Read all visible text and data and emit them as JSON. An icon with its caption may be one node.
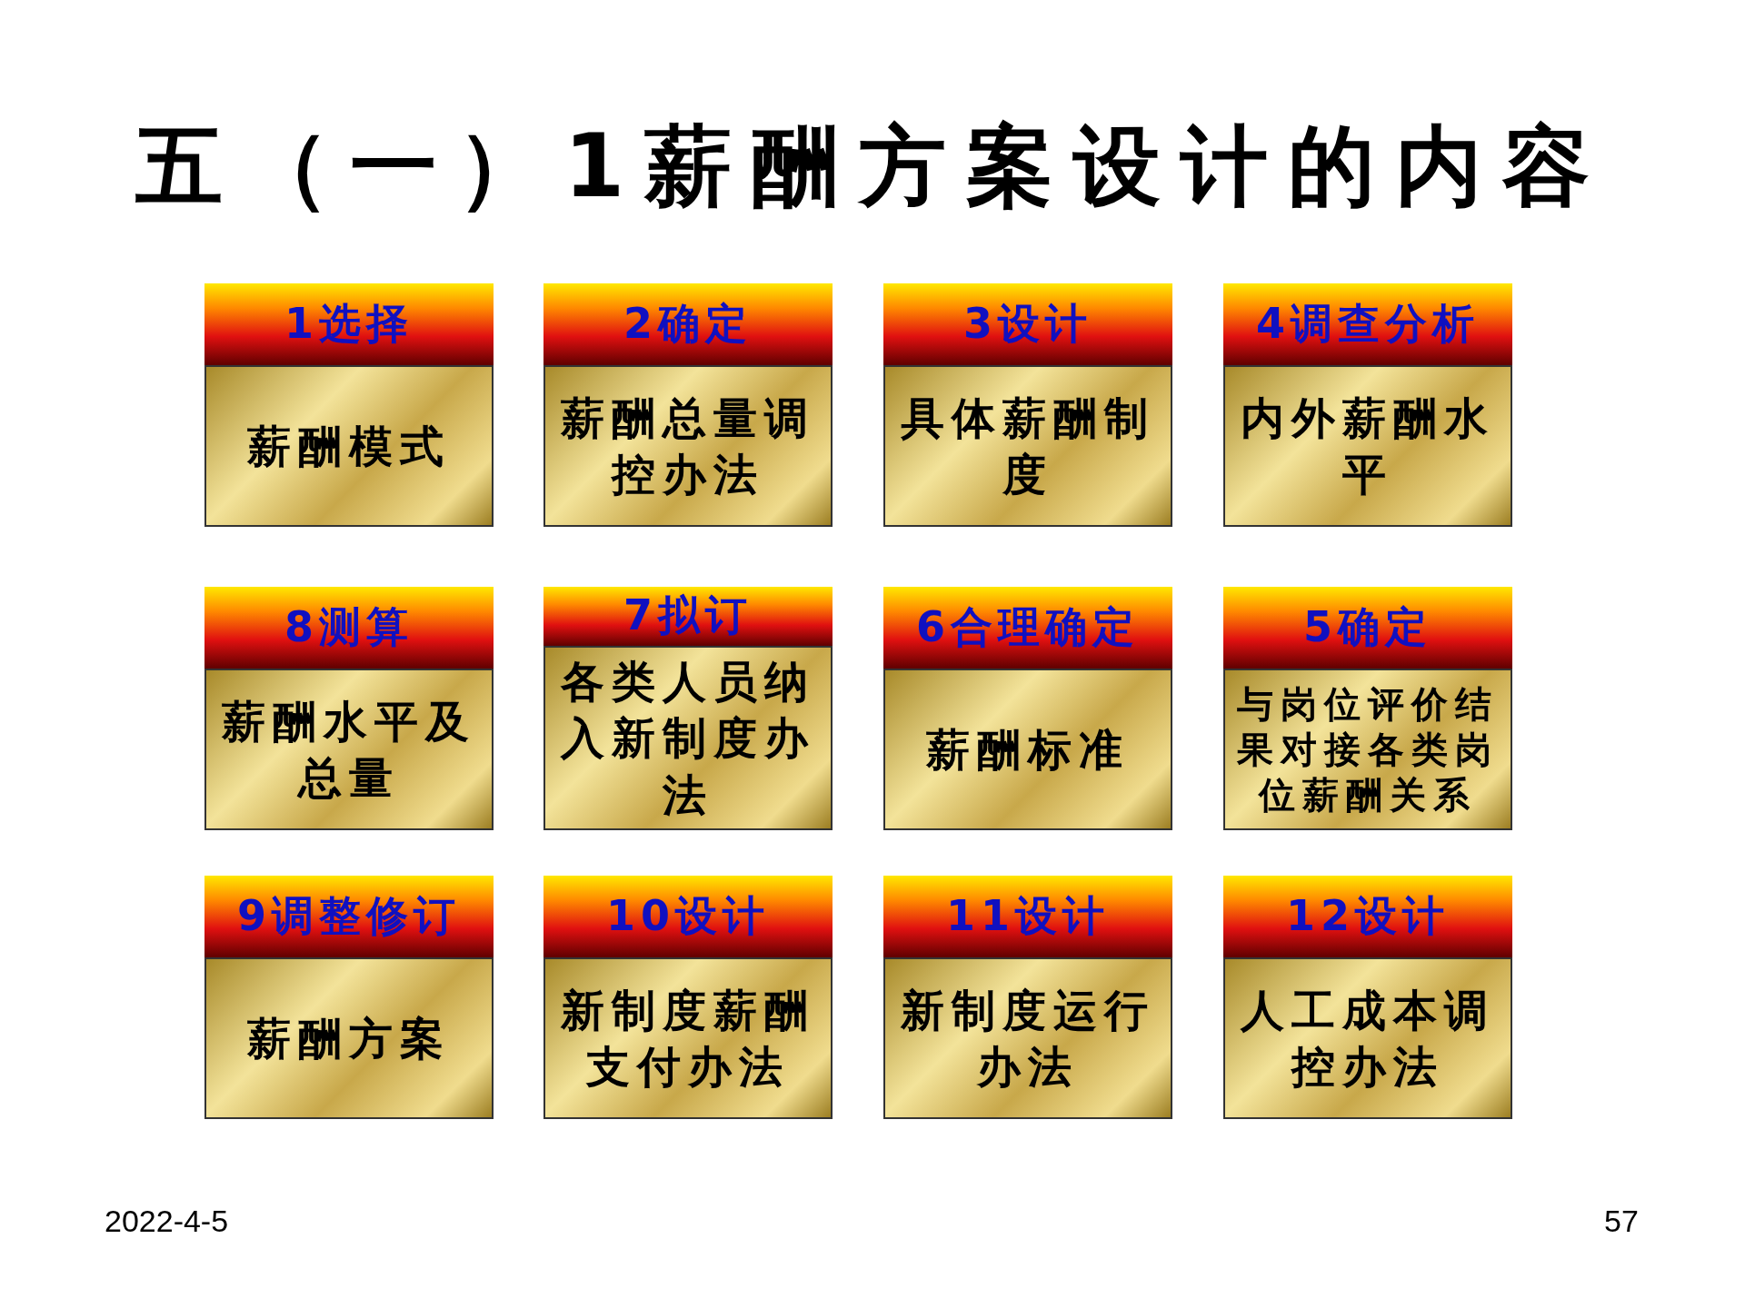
{
  "diagram": {
    "title": "五（一）1薪酬方案设计的内容",
    "nodes": [
      {
        "text": [
          "1选择",
          "薪酬模式"
        ]
      },
      {
        "text": [
          "2确定",
          "薪酬总量调控办法"
        ]
      },
      {
        "text": [
          "3设计",
          "具体薪酬制度"
        ]
      },
      {
        "text": [
          "4调查分析",
          "内外薪酬水平"
        ]
      },
      {
        "text": [
          "5确定",
          "与岗位评价结果对接各类岗位薪酬关系"
        ]
      },
      {
        "text": [
          "6合理确定",
          "薪酬标准"
        ]
      },
      {
        "text": [
          "7拟订",
          "各类人员纳入新制度办法"
        ]
      },
      {
        "text": [
          "8测算",
          "薪酬水平及总量"
        ]
      },
      {
        "text": [
          "9调整修订",
          "薪酬方案"
        ]
      },
      {
        "text": [
          "10设计",
          "新制度薪酬支付办法"
        ]
      },
      {
        "text": [
          "11设计",
          "新制度运行办法"
        ]
      },
      {
        "text": [
          "12设计",
          "人工成本调控办法"
        ]
      }
    ],
    "labels": [
      "2022-4-5",
      "57"
    ]
  }
}
